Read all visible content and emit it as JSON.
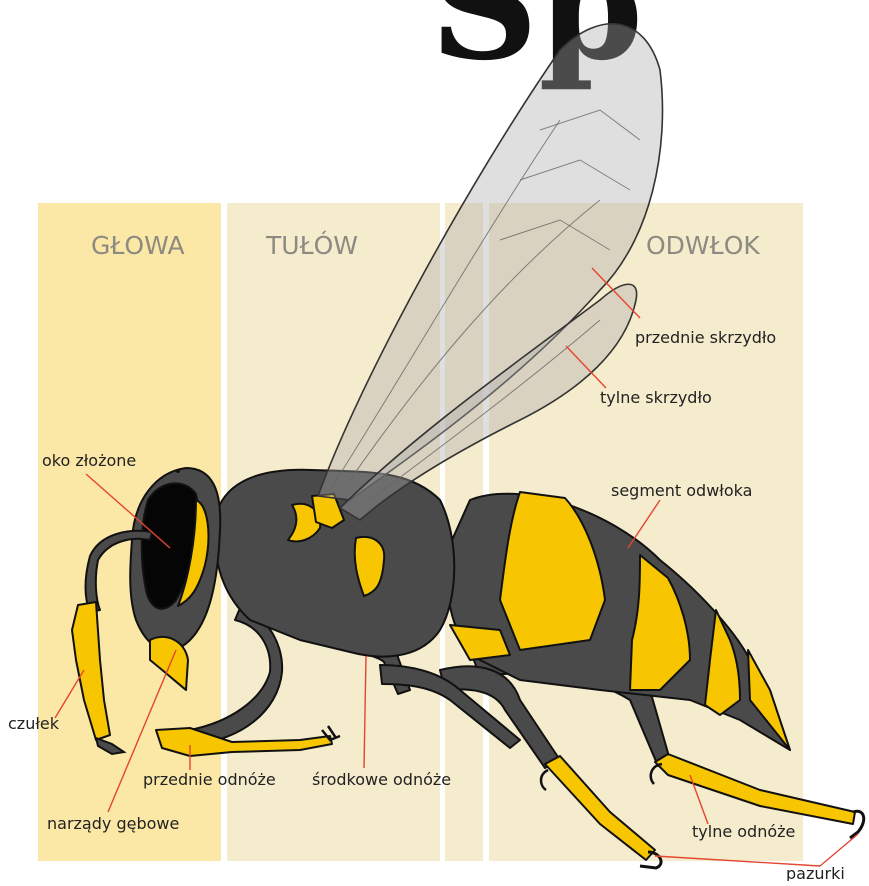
{
  "top_title": "Sp",
  "regions": {
    "head": "GŁOWA",
    "thorax": "TUŁÓW",
    "abdomen": "ODWŁOK"
  },
  "labels": {
    "compound_eye": "oko złożone",
    "antenna": "czułek",
    "mouthparts": "narządy gębowe",
    "foreleg": "przednie odnóże",
    "midleg": "środkowe odnóże",
    "hindleg": "tylne odnóże",
    "claws": "pazurki",
    "forewing": "przednie skrzydło",
    "hindwing": "tylne skrzydło",
    "abdomen_segment": "segment odwłoka"
  },
  "colors": {
    "head_band": "#fbe7a6",
    "thorax_abdomen_band": "#f5ebcd",
    "body": "#4a4a4a",
    "stripe": "#f7c600",
    "leader_line": "#e5452f"
  }
}
